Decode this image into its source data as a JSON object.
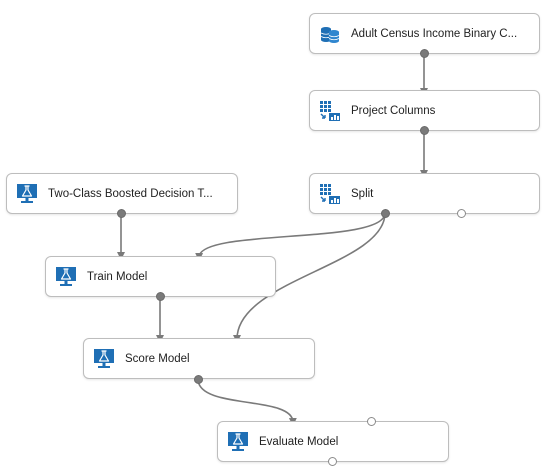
{
  "colors": {
    "accent": "#1f6fb5",
    "wire": "#7a7a7a",
    "border": "#bdbdbd"
  },
  "modules": [
    {
      "id": "adult-census",
      "label": "Adult Census Income Binary C...",
      "icon": "database-icon"
    },
    {
      "id": "project-columns",
      "label": "Project Columns",
      "icon": "table-transform-icon"
    },
    {
      "id": "split",
      "label": "Split",
      "icon": "table-transform-icon"
    },
    {
      "id": "two-class-boosted",
      "label": "Two-Class Boosted Decision T...",
      "icon": "model-monitor-icon"
    },
    {
      "id": "train-model",
      "label": "Train Model",
      "icon": "model-monitor-icon"
    },
    {
      "id": "score-model",
      "label": "Score Model",
      "icon": "model-monitor-icon"
    },
    {
      "id": "evaluate-model",
      "label": "Evaluate Model",
      "icon": "model-monitor-icon"
    }
  ],
  "connections": [
    {
      "from": "adult-census",
      "to": "project-columns"
    },
    {
      "from": "project-columns",
      "to": "split"
    },
    {
      "from": "split",
      "to": "train-model"
    },
    {
      "from": "split",
      "to": "score-model"
    },
    {
      "from": "two-class-boosted",
      "to": "train-model"
    },
    {
      "from": "train-model",
      "to": "score-model"
    },
    {
      "from": "score-model",
      "to": "evaluate-model"
    }
  ]
}
